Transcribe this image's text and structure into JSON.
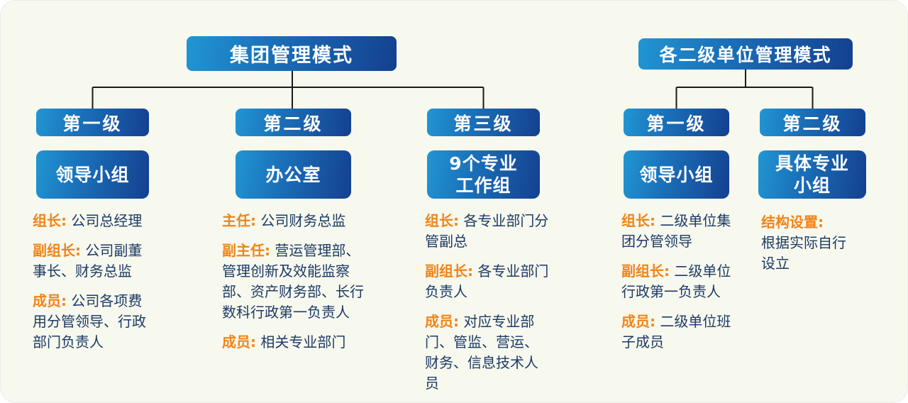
{
  "colors": {
    "background": "#F7F8EE",
    "box_gradient_start": "#2196D3",
    "box_gradient_end": "#144090",
    "label_orange": "#F08519",
    "body_text": "#1C3A66",
    "connector": "#1A1A1A"
  },
  "left_tree": {
    "title": "集团管理模式",
    "columns": [
      {
        "level": "第一级",
        "group": "领导小组",
        "items": [
          {
            "label": "组长:",
            "text": "公司总经理"
          },
          {
            "label": "副组长:",
            "text": "公司副董事长、财务总监"
          },
          {
            "label": "成员:",
            "text": "公司各项费用分管领导、行政部门负责人"
          }
        ]
      },
      {
        "level": "第二级",
        "group": "办公室",
        "items": [
          {
            "label": "主任:",
            "text": "公司财务总监"
          },
          {
            "label": "副主任:",
            "text": "营运管理部、管理创新及效能监察部、资产财务部、长行数科行政第一负责人"
          },
          {
            "label": "成员:",
            "text": "相关专业部门"
          }
        ]
      },
      {
        "level": "第三级",
        "group": "9个专业\n工作组",
        "items": [
          {
            "label": "组长:",
            "text": "各专业部门分管副总"
          },
          {
            "label": "副组长:",
            "text": "各专业部门负责人"
          },
          {
            "label": "成员:",
            "text": "对应专业部门、管监、营运、财务、信息技术人员"
          }
        ]
      }
    ]
  },
  "right_tree": {
    "title": "各二级单位管理模式",
    "columns": [
      {
        "level": "第一级",
        "group": "领导小组",
        "items": [
          {
            "label": "组长:",
            "text": "二级单位集团分管领导"
          },
          {
            "label": "副组长:",
            "text": "二级单位行政第一负责人"
          },
          {
            "label": "成员:",
            "text": "二级单位班子成员"
          }
        ]
      },
      {
        "level": "第二级",
        "group": "具体专业\n小组",
        "items": [
          {
            "label": "结构设置:",
            "text": "根据实际自行设立"
          }
        ]
      }
    ]
  }
}
